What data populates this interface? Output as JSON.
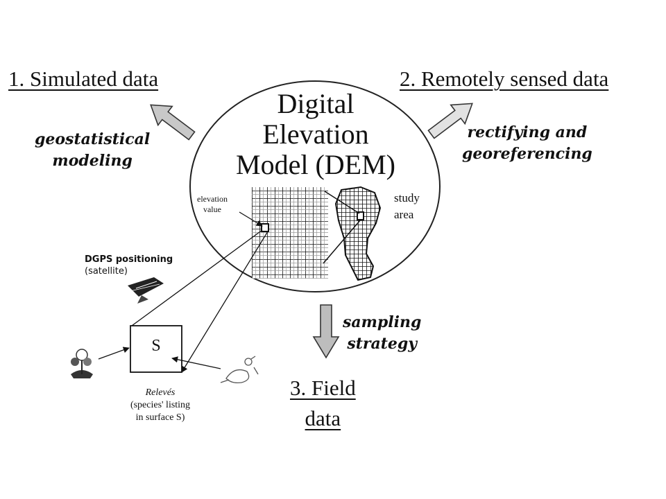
{
  "outputs": {
    "simulated": "1. Simulated data",
    "remote": "2. Remotely sensed data",
    "field_line1": "3. Field",
    "field_line2": "data"
  },
  "processes": {
    "geostat_line1": "geostatistical",
    "geostat_line2": "modeling",
    "rectify_line1": "rectifying and",
    "rectify_line2": "georeferencing",
    "sampling_line1": "sampling",
    "sampling_line2": "strategy"
  },
  "dem": {
    "title_line1": "Digital",
    "title_line2": "Elevation",
    "title_line3": "Model (DEM)",
    "elevation_line1": "elevation",
    "elevation_line2": "value",
    "study_line1": "study",
    "study_line2": "area"
  },
  "field_survey": {
    "dgps_line1": "DGPS positioning",
    "dgps_line2": "(satellite)",
    "plot_label": "S",
    "releve_line1": "Relevés",
    "releve_line2": "(species' listing",
    "releve_line3": "in surface S)"
  },
  "icons": [
    "up-left-arrow-icon",
    "up-right-arrow-icon",
    "down-arrow-icon",
    "satellite-icon",
    "plant-icon",
    "bird-icon"
  ]
}
